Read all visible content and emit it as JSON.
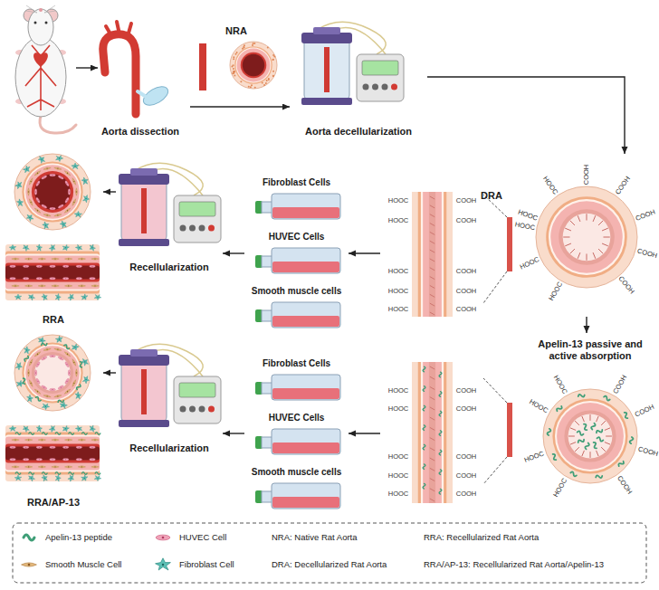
{
  "diagram": {
    "nodes": [
      {
        "text": [
          "Aorta dissection"
        ]
      },
      {
        "text": [
          "NRA"
        ]
      },
      {
        "text": [
          "Aorta decellularization"
        ]
      },
      {
        "text": [
          "DRA"
        ]
      },
      {
        "text": [
          "Fibroblast Cells"
        ]
      },
      {
        "text": [
          "HUVEC Cells"
        ]
      },
      {
        "text": [
          "Smooth muscle cells"
        ]
      },
      {
        "text": [
          "Recellularization"
        ]
      },
      {
        "text": [
          "RRA"
        ]
      },
      {
        "text": [
          "Apelin-13 passive and active absorption"
        ]
      },
      {
        "text": [
          "Fibroblast Cells"
        ]
      },
      {
        "text": [
          "HUVEC Cells"
        ]
      },
      {
        "text": [
          "Smooth muscle cells"
        ]
      },
      {
        "text": [
          "Recellularization"
        ]
      },
      {
        "text": [
          "RRA/AP-13"
        ]
      }
    ],
    "edges": [
      {
        "from": 0,
        "to": 2,
        "arrow": "to"
      },
      {
        "from": 2,
        "to": 3,
        "arrow": "to"
      },
      {
        "from": 3,
        "to": 5,
        "arrow": "to"
      },
      {
        "from": 5,
        "to": 7,
        "arrow": "to"
      },
      {
        "from": 7,
        "to": 8,
        "arrow": "to"
      },
      {
        "from": 3,
        "to": 9,
        "arrow": "to"
      },
      {
        "from": 9,
        "to": 11,
        "arrow": "to"
      },
      {
        "from": 11,
        "to": 13,
        "arrow": "to"
      },
      {
        "from": 13,
        "to": 14,
        "arrow": "to"
      }
    ],
    "labels": [
      "HOOC",
      "HOOC",
      "COOH",
      "COOH",
      "COOH",
      "COOH",
      "COOH",
      "HOOC",
      "HOOC",
      "HOOC",
      "HOOC",
      "HOOC",
      "HOOC",
      "HOOC",
      "HOOC",
      "COOH",
      "COOH",
      "COOH",
      "COOH",
      "COOH",
      "HOOC",
      "HOOC",
      "COOH",
      "COOH",
      "COOH",
      "COOH",
      "HOOC",
      "HOOC",
      "HOOC",
      "HOOC",
      "HOOC",
      "HOOC",
      "HOOC",
      "COOH",
      "COOH",
      "COOH",
      "COOH",
      "COOH"
    ],
    "legend": [
      {
        "text": "Apelin-13 peptide"
      },
      {
        "text": "HUVEC Cell"
      },
      {
        "text": "NRA: Native Rat Aorta"
      },
      {
        "text": "RRA: Recellularized Rat Aorta"
      },
      {
        "text": "Smooth Muscle Cell"
      },
      {
        "text": "Fibroblast Cell"
      },
      {
        "text": "DRA: Decellularized Rat Aorta"
      },
      {
        "text": "RRA/AP-13: Recellularized Rat Aorta/Apelin-13"
      }
    ]
  }
}
